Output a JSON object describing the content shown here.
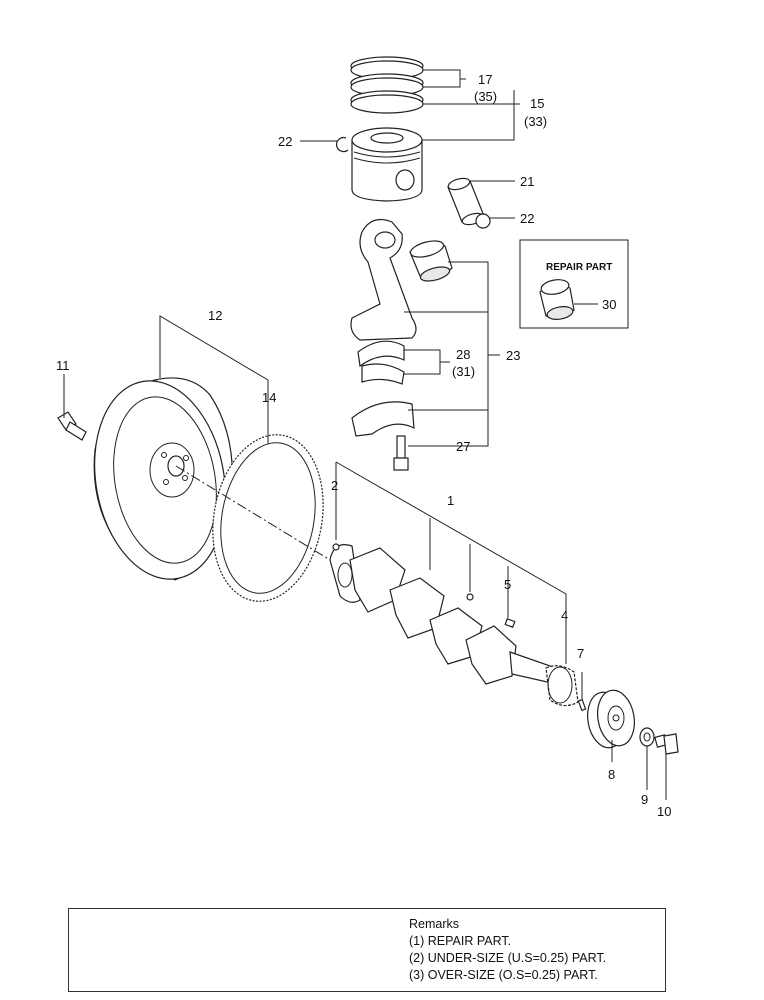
{
  "callouts": {
    "c17": "17",
    "c35": "(35)",
    "c15": "15",
    "c33": "(33)",
    "c22a": "22",
    "c21": "21",
    "c22b": "22",
    "c12": "12",
    "c11": "11",
    "c14": "14",
    "c28": "28",
    "c31": "(31)",
    "c23": "23",
    "c27": "27",
    "c2": "2",
    "c1": "1",
    "c5": "5",
    "c4": "4",
    "c7": "7",
    "c8": "8",
    "c9": "9",
    "c10": "10",
    "c30": "30"
  },
  "repair_box": {
    "title": "REPAIR PART"
  },
  "remarks": {
    "heading": "Remarks",
    "lines": [
      "(1) REPAIR PART.",
      "(2) UNDER-SIZE (U.S=0.25) PART.",
      "(3) OVER-SIZE (O.S=0.25) PART."
    ]
  }
}
